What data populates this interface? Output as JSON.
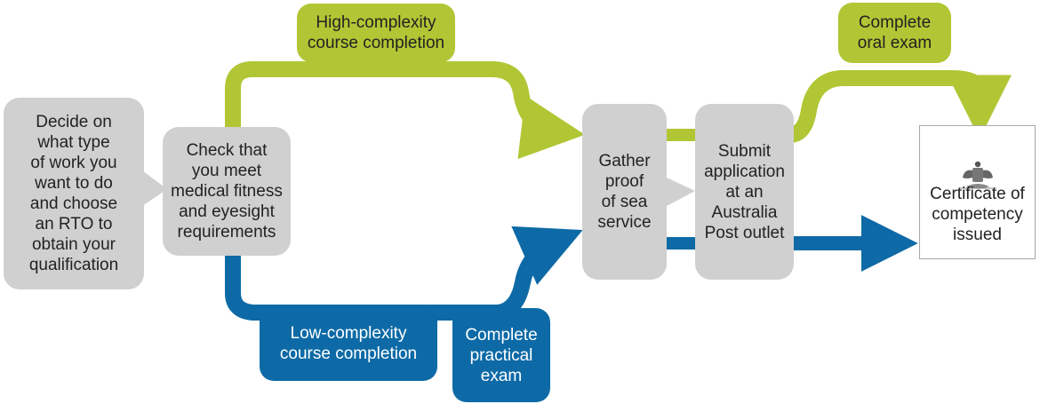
{
  "colors": {
    "green": "#b1c634",
    "blue": "#0d6aa6",
    "grey": "#d0d0d0"
  },
  "steps": {
    "decide": "Decide on\nwhat type\nof work you\nwant to do\nand choose\nan RTO to\nobtain your\nqualification",
    "check": "Check that\nyou meet\nmedical fitness\nand eyesight\nrequirements",
    "high": "High-complexity\ncourse completion",
    "low": "Low-complexity\ncourse completion",
    "practical": "Complete\npractical\nexam",
    "gather": "Gather\nproof\nof sea\nservice",
    "submit": "Submit\napplication\nat an\nAustralia\nPost outlet",
    "oral": "Complete\noral exam",
    "certificate": "Certificate of\ncompetency\nissued"
  },
  "icons": {
    "certificate": "coat-of-arms-icon"
  }
}
